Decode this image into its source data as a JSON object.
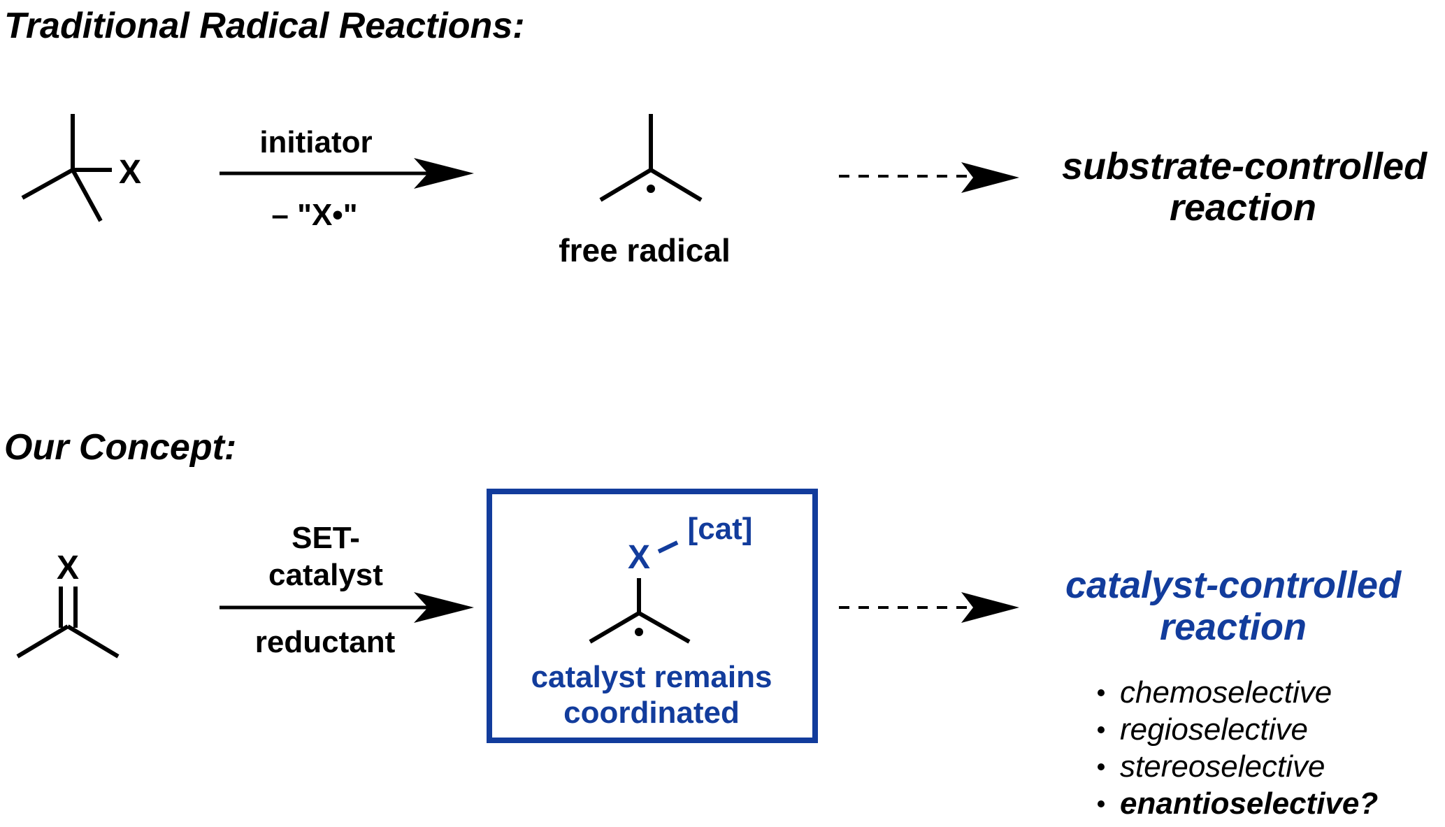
{
  "traditional": {
    "heading": "Traditional Radical Reactions:",
    "substrate_atom": "X",
    "arrow_above": "initiator",
    "arrow_below": "– \"X•\"",
    "intermediate_label": "free radical",
    "outcome_line1": "substrate-controlled",
    "outcome_line2": "reaction"
  },
  "concept": {
    "heading": "Our Concept:",
    "substrate_atom": "X",
    "arrow_above_line1": "SET-",
    "arrow_above_line2": "catalyst",
    "arrow_below": "reductant",
    "box_atom": "X",
    "box_catalyst": "[cat]",
    "box_label_line1": "catalyst remains",
    "box_label_line2": "coordinated",
    "outcome_line1": "catalyst-controlled",
    "outcome_line2": "reaction",
    "bullets": [
      {
        "text": "chemoselective",
        "bold": false
      },
      {
        "text": "regioselective",
        "bold": false
      },
      {
        "text": "stereoselective",
        "bold": false
      },
      {
        "text": "enantioselective?",
        "bold": true
      }
    ]
  },
  "colors": {
    "accent": "#123c9c",
    "text": "#000000"
  }
}
